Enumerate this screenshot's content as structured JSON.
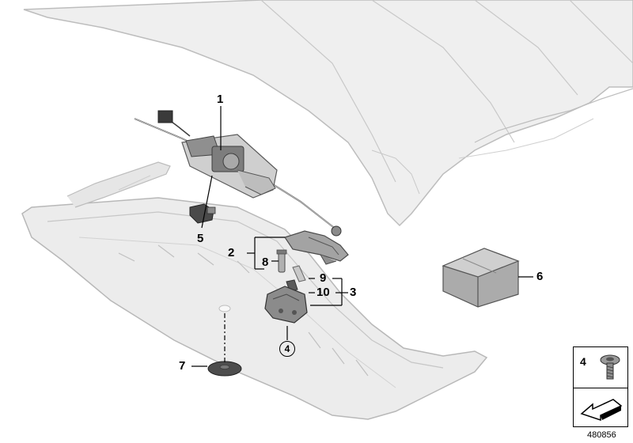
{
  "callouts": {
    "c1": "1",
    "c2": "2",
    "c3": "3",
    "c4": "4",
    "c5": "5",
    "c6": "6",
    "c7": "7",
    "c8": "8",
    "c9": "9",
    "c10": "10"
  },
  "legend": {
    "screw_number": "4"
  },
  "reference_number": "480856",
  "colors": {
    "panel_fill": "#ebebeb",
    "panel_stroke": "#b8b8b8",
    "part_fill": "#9a9a9a",
    "box_fill": "#b0b0b0",
    "leader": "#000000"
  }
}
